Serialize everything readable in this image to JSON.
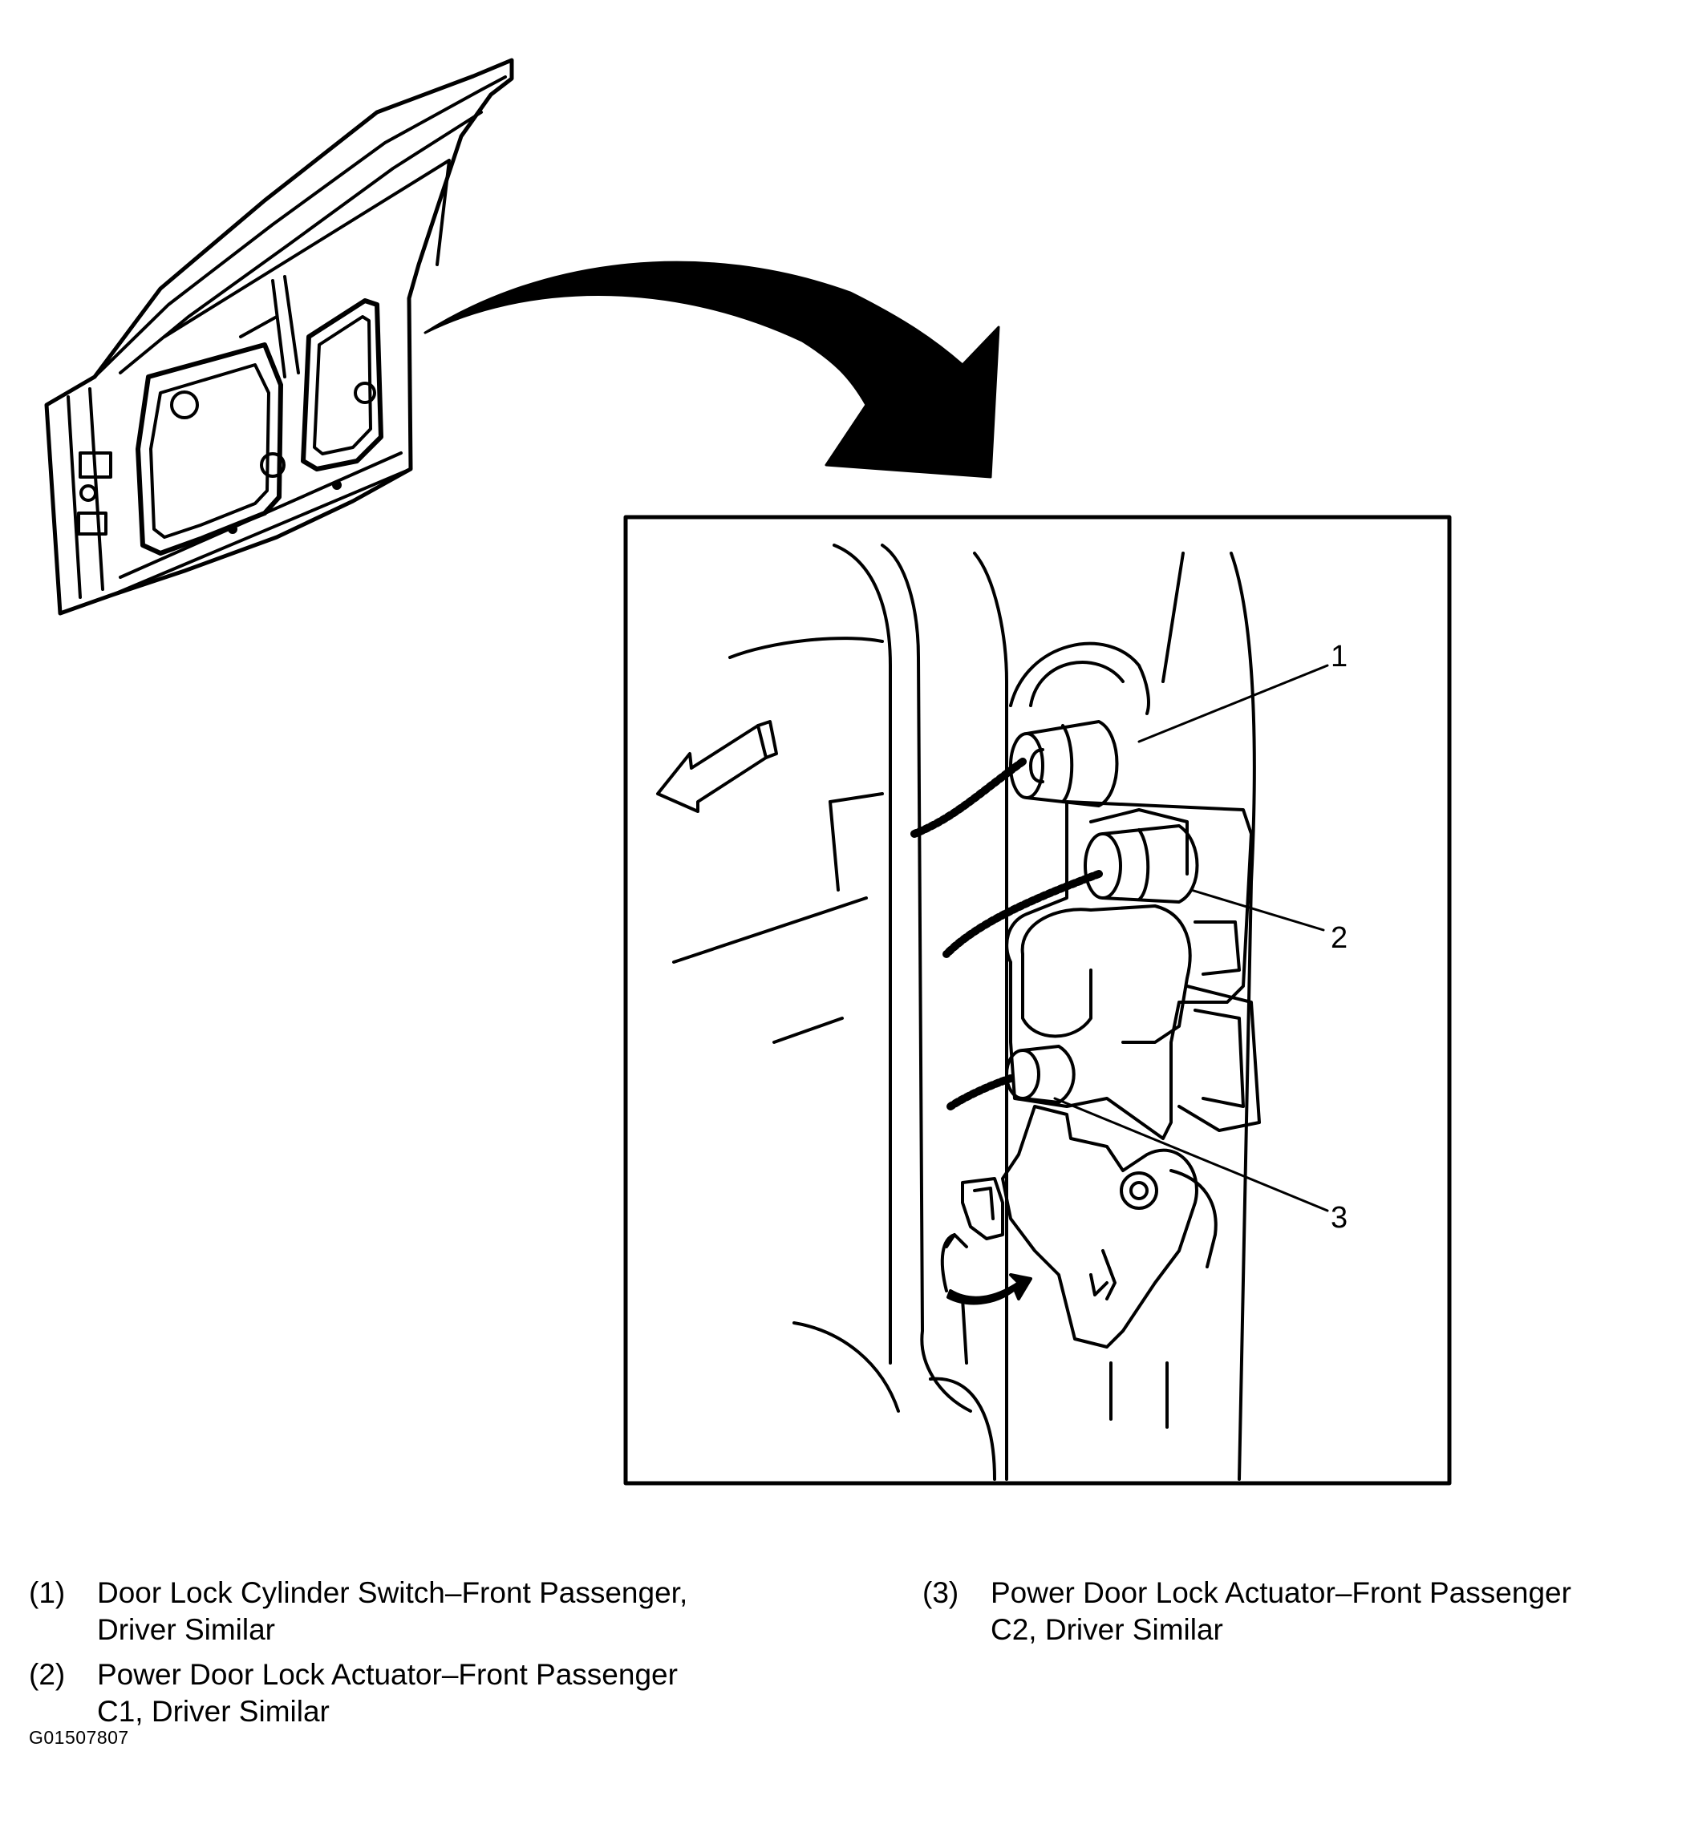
{
  "diagram": {
    "callouts": [
      "1",
      "2",
      "3"
    ],
    "legend": [
      {
        "number": "(1)",
        "line1": "Door Lock Cylinder Switch–Front Passenger,",
        "line2": "Driver Similar"
      },
      {
        "number": "(2)",
        "line1": "Power Door Lock Actuator–Front Passenger",
        "line2": "C1, Driver Similar"
      },
      {
        "number": "(3)",
        "line1": "Power Door Lock Actuator–Front Passenger",
        "line2": "C2, Driver Similar"
      }
    ],
    "figure_id": "G01507807"
  }
}
